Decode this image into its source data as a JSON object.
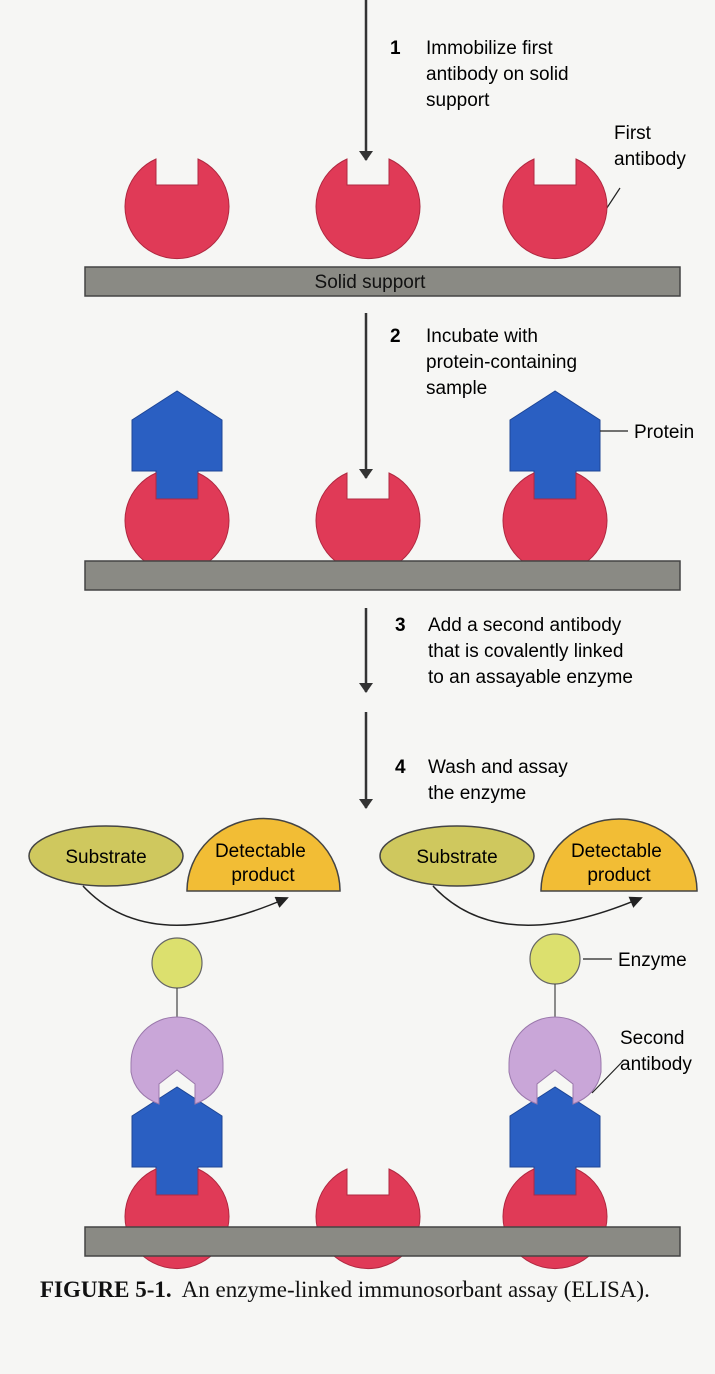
{
  "colors": {
    "first_antibody": "#e03a57",
    "protein": "#2a5fc2",
    "second_antibody": "#c9a6d8",
    "enzyme": "#dce06e",
    "substrate": "#cfc85e",
    "product": "#f2bd35",
    "support": "#8a8a84"
  },
  "steps": [
    {
      "num": "1",
      "lines": [
        "Immobilize first",
        "antibody on solid",
        "support"
      ]
    },
    {
      "num": "2",
      "lines": [
        "Incubate with",
        "protein-containing",
        "sample"
      ]
    },
    {
      "num": "3",
      "lines": [
        "Add a second antibody",
        "that is covalently linked",
        "to an assayable enzyme"
      ]
    },
    {
      "num": "4",
      "lines": [
        "Wash and assay",
        "the enzyme"
      ]
    }
  ],
  "labels": {
    "first_antibody": [
      "First",
      "antibody"
    ],
    "solid_support": "Solid support",
    "protein": "Protein",
    "substrate": "Substrate",
    "product": [
      "Detectable",
      "product"
    ],
    "enzyme": "Enzyme",
    "second_antibody": [
      "Second",
      "antibody"
    ]
  },
  "caption": {
    "label": "FIGURE 5-1.",
    "text": "An enzyme-linked immunosorbant assay (ELISA)."
  }
}
